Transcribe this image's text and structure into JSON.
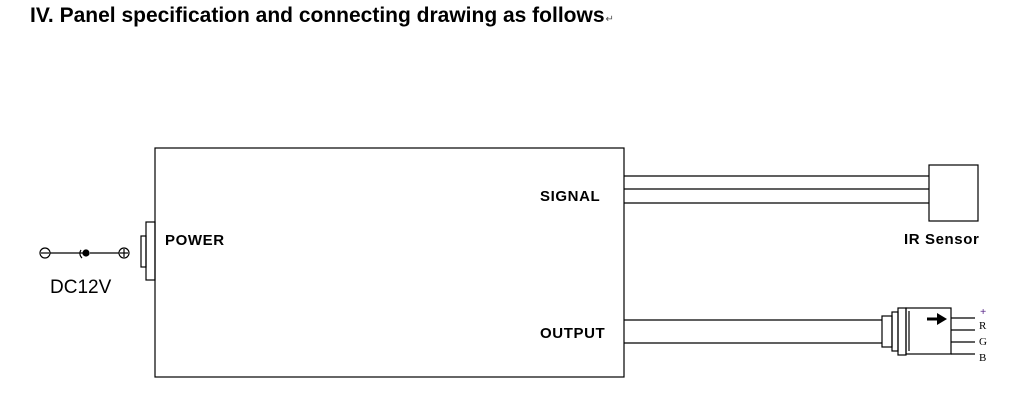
{
  "heading": {
    "text": "IV. Panel specification and connecting drawing as follows",
    "mark": "↵"
  },
  "diagram": {
    "box_labels": {
      "signal": "SIGNAL",
      "power": "POWER",
      "output": "OUTPUT"
    },
    "dc_label": "DC12V",
    "ir_sensor_label": "IR Sensor",
    "connector_pins": [
      "+",
      "R",
      "G",
      "B"
    ]
  }
}
